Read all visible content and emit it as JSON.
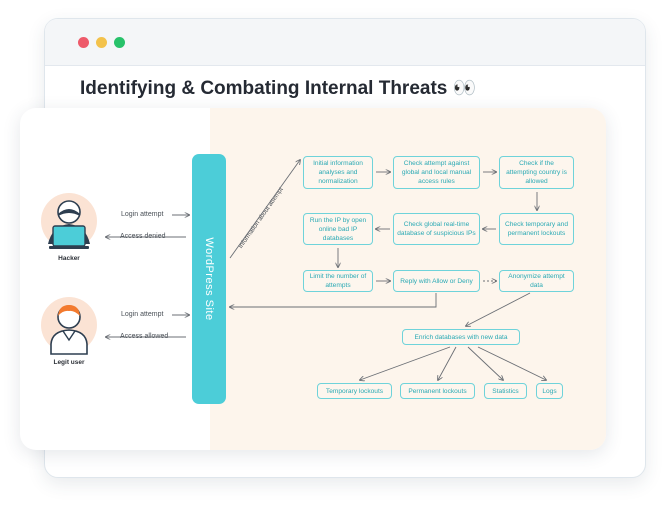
{
  "window": {
    "title": "Identifying & Combating Internal Threats 👀"
  },
  "site": {
    "label": "WordPress Site"
  },
  "actors": {
    "hacker": {
      "name": "Hacker",
      "edge_out": "Login attempt",
      "edge_in": "Access denied"
    },
    "legit": {
      "name": "Legit user",
      "edge_out": "Login attempt",
      "edge_in": "Access allowed"
    }
  },
  "info_label": "Information about attempt",
  "flow": {
    "initial": "Initial information analyses and normalization",
    "check_rules": "Check attempt against global and local manual access rules",
    "check_country": "Check if the attempting country is allowed",
    "check_lockouts": "Check temporary and permanent lockouts",
    "check_realtime": "Check global real-time database of suspicious IPs",
    "run_ip": "Run the IP by open online bad IP databases",
    "limit": "Limit the number of attempts",
    "reply": "Reply with Allow or Deny",
    "anonymize": "Anonymize attempt data",
    "enrich": "Enrich databases with new data",
    "temp_lockouts": "Temporary lockouts",
    "perm_lockouts": "Permanent lockouts",
    "statistics": "Statistics",
    "logs": "Logs"
  },
  "colors": {
    "accent": "#4ccdd8",
    "box_border": "#6fd3da",
    "box_text": "#2aa9b4",
    "panel_bg": "#fdf5ec",
    "hacker_fill": "#fbe3d4",
    "legit_fill": "#fbe3d4",
    "user_head": "#f37a2e",
    "hacker_shirt": "#2d3e50"
  }
}
